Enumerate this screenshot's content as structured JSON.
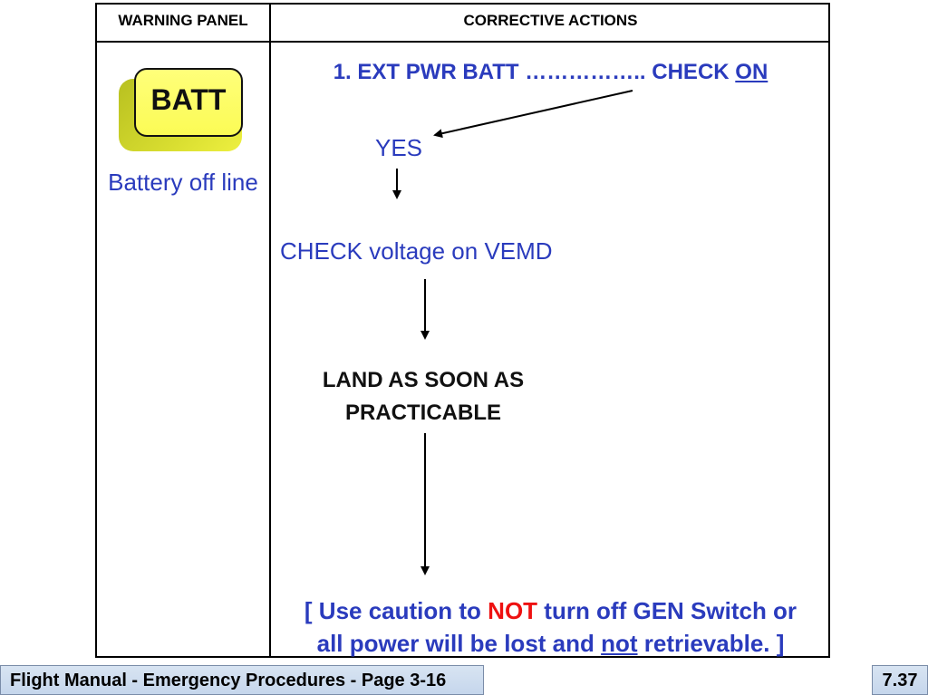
{
  "header": {
    "left": "WARNING PANEL",
    "right": "CORRECTIVE ACTIONS"
  },
  "warning": {
    "light_label": "BATT",
    "caption": "Battery off line"
  },
  "actions": {
    "step1_prefix": "1. EXT PWR BATT …………….. CHECK ",
    "step1_state": "ON",
    "yes": "YES",
    "check": "CHECK voltage on VEMD",
    "land_line1": "LAND AS SOON AS",
    "land_line2": "PRACTICABLE",
    "caution_part1": "[ Use caution to ",
    "caution_not1": "NOT",
    "caution_part2": " turn off GEN Switch or",
    "caution_part3": "all power will be lost and ",
    "caution_not2": "not",
    "caution_part4": " retrievable. ]"
  },
  "footer": {
    "title": "Flight Manual - Emergency Procedures - Page 3-16",
    "page": "7.37"
  },
  "colors": {
    "text_blue": "#2a3bbd",
    "warning_red": "#ee1111",
    "light_yellow": "#fbfb55"
  }
}
